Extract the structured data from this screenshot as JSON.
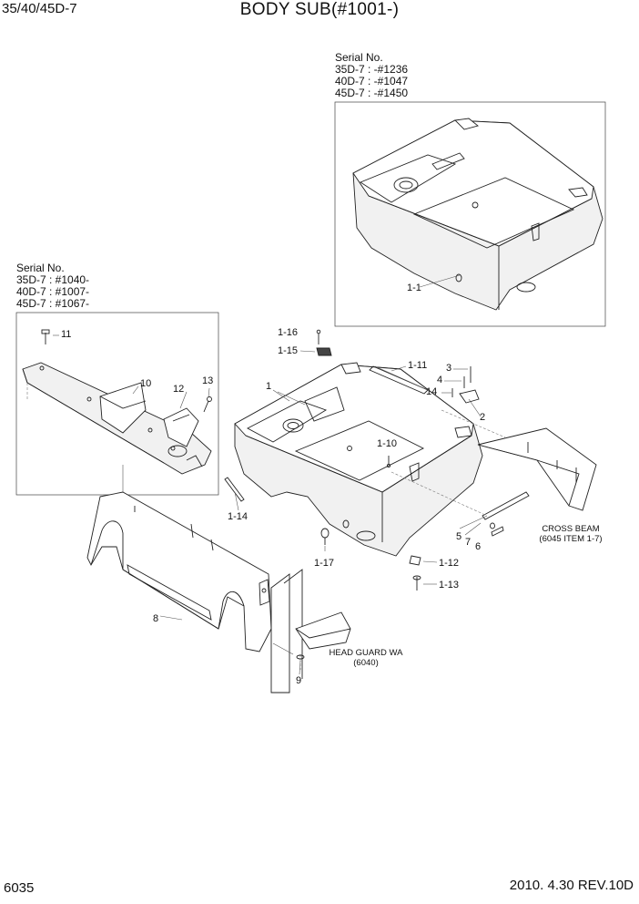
{
  "header": {
    "model": "35/40/45D-7",
    "title": "BODY SUB(#1001-)"
  },
  "serial_top": {
    "heading": "Serial No.",
    "lines": [
      "35D-7 : -#1236",
      "40D-7 : -#1047",
      "45D-7 : -#1450"
    ]
  },
  "serial_left": {
    "heading": "Serial No.",
    "lines": [
      "35D-7 : #1040-",
      "40D-7 : #1007-",
      "45D-7 : #1067-"
    ]
  },
  "callouts": {
    "c1_1": "1-1",
    "c1": "1",
    "c1_16": "1-16",
    "c1_15": "1-15",
    "c1_11": "1-11",
    "c3": "3",
    "c4": "4",
    "c14": "14",
    "c2": "2",
    "c1_10": "1-10",
    "c11": "11",
    "c10": "10",
    "c12": "12",
    "c13": "13",
    "c1_14": "1-14",
    "c1_17": "1-17",
    "c5": "5",
    "c7": "7",
    "c6": "6",
    "c1_12": "1-12",
    "c1_13": "1-13",
    "c8": "8",
    "c9": "9"
  },
  "notes": {
    "cross_beam": "CROSS BEAM",
    "cross_beam_ref": "(6045 ITEM 1-7)",
    "head_guard": "HEAD GUARD WA",
    "head_guard_ref": "(6040)"
  },
  "footer": {
    "page_number": "6035",
    "date_revision": "2010. 4.30  REV.10D"
  }
}
